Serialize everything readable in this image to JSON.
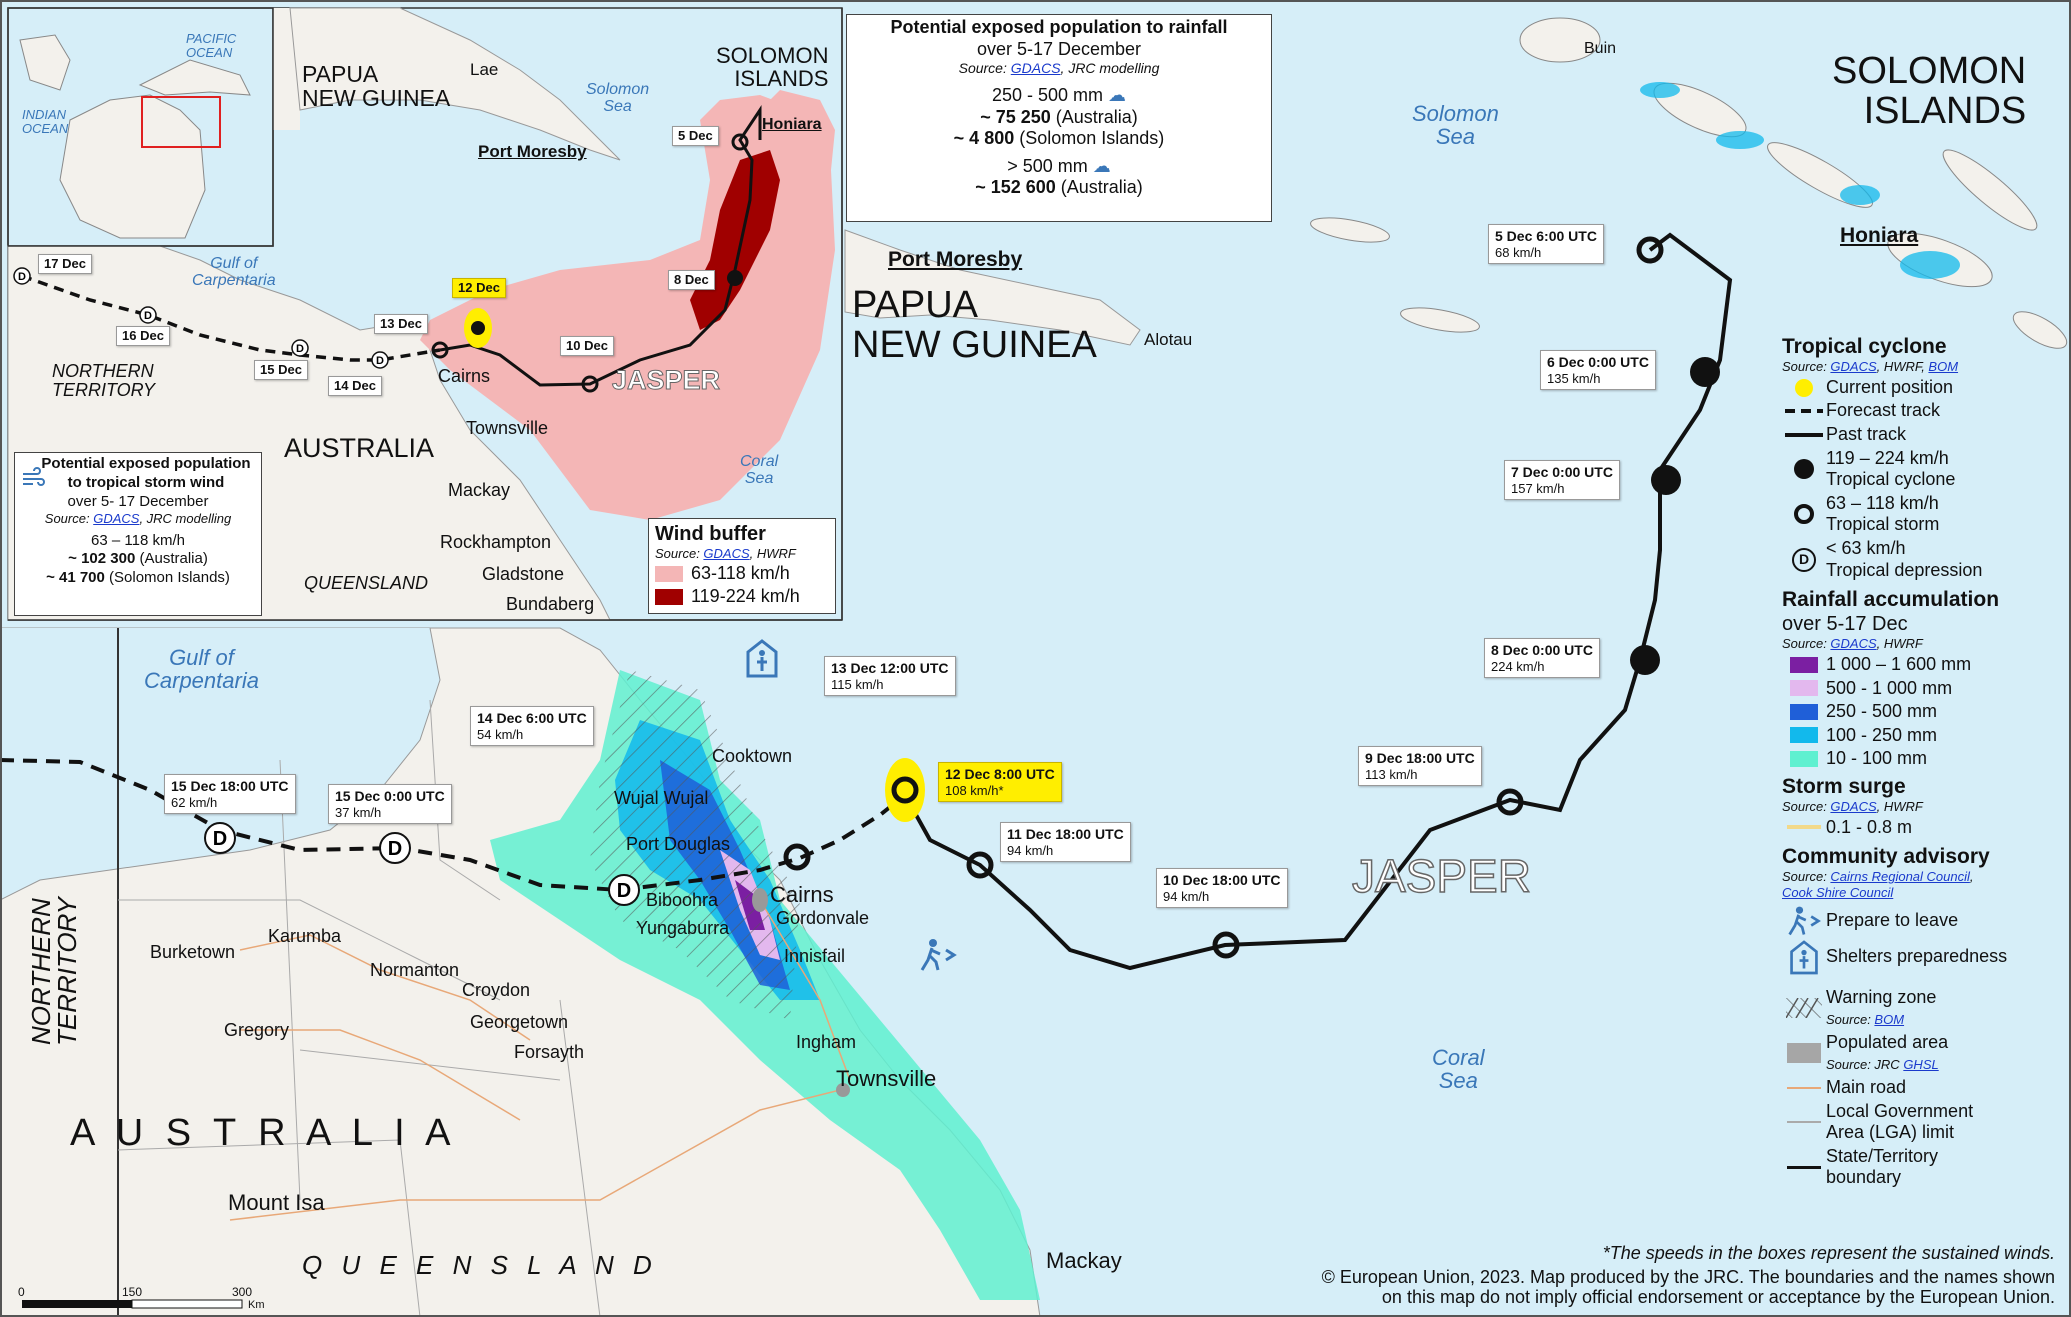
{
  "inset_locator": {
    "pacific_ocean": "PACIFIC\nOCEAN",
    "indian_ocean": "INDIAN\nOCEAN"
  },
  "inset_map": {
    "country_png": "PAPUA\nNEW GUINEA",
    "country_solomon": "SOLOMON\nISLANDS",
    "lae": "Lae",
    "port_moresby": "Port Moresby",
    "honiara": "Honiara",
    "solomon_sea": "Solomon\nSea",
    "gulf": "Gulf of\nCarpentaria",
    "nt": "NORTHERN\nTERRITORY",
    "australia": "AUSTRALIA",
    "queensland": "QUEENSLAND",
    "coral_sea": "Coral\nSea",
    "cairns": "Cairns",
    "townsville": "Townsville",
    "mackay": "Mackay",
    "rockhampton": "Rockhampton",
    "gladstone": "Gladstone",
    "bundaberg": "Bundaberg",
    "jasper": "JASPER",
    "dates": [
      "17 Dec",
      "16 Dec",
      "15 Dec",
      "14 Dec",
      "13 Dec",
      "12 Dec",
      "10 Dec",
      "8 Dec",
      "5 Dec"
    ]
  },
  "wind_panel": {
    "title": "Potential exposed population to tropical storm wind",
    "period": "over 5- 17 December",
    "source_prefix": "Source: ",
    "source_link": "GDACS",
    "source_suffix": ", JRC modelling",
    "range": "63 – 118 km/h",
    "aus_value": "~ 102 300",
    "aus_label": " (Australia)",
    "sol_value": "~ 41 700",
    "sol_label": " (Solomon Islands)"
  },
  "wind_buffer": {
    "title": "Wind buffer",
    "source_prefix": "Source: ",
    "source_link": "GDACS",
    "source_suffix": ", HWRF",
    "items": [
      {
        "label": "63-118 km/h",
        "color": "#f4b6b6"
      },
      {
        "label": "119-224 km/h",
        "color": "#a00000"
      }
    ]
  },
  "rain_panel": {
    "title": "Potential exposed population to rainfall",
    "period": "over 5-17 December",
    "source_prefix": "Source: ",
    "source_link": "GDACS",
    "source_suffix": ", JRC modelling",
    "band1": "250 - 500 mm",
    "band1_aus_value": "~ 75 250",
    "band1_aus_label": " (Australia)",
    "band1_sol_value": "~ 4 800",
    "band1_sol_label": " (Solomon Islands)",
    "band2": "> 500 mm",
    "band2_aus_value": "~ 152 600",
    "band2_aus_label": " (Australia)"
  },
  "main_map": {
    "solomon": "SOLOMON\nISLANDS",
    "buin": "Buin",
    "solomon_sea": "Solomon\nSea",
    "honiara": "Honiara",
    "port_moresby": "Port Moresby",
    "png": "PAPUA\nNEW GUINEA",
    "alotau": "Alotau",
    "gulf": "Gulf of\nCarpentaria",
    "nt": "NORTHERN\nTERRITORY",
    "australia": "A U S T R A L I A",
    "queensland": "Q U E E N S L A N D",
    "coral_sea": "Coral\nSea",
    "jasper": "JASPER",
    "towns": {
      "cooktown": "Cooktown",
      "wujal": "Wujal Wujal",
      "port_douglas": "Port Douglas",
      "cairns": "Cairns",
      "gordonvale": "Gordonvale",
      "biboohra": "Biboohra",
      "yungaburra": "Yungaburra",
      "innisfail": "Innisfail",
      "ingham": "Ingham",
      "townsville": "Townsville",
      "mackay": "Mackay",
      "burketown": "Burketown",
      "karumba": "Karumba",
      "normanton": "Normanton",
      "croydon": "Croydon",
      "georgetown": "Georgetown",
      "forsayth": "Forsayth",
      "gregory": "Gregory",
      "mount_isa": "Mount Isa"
    },
    "scale": {
      "s0": "0",
      "s1": "150",
      "s2": "300",
      "unit": "Km"
    }
  },
  "track_boxes": [
    {
      "date": "5 Dec 6:00 UTC",
      "speed": "68 km/h"
    },
    {
      "date": "6 Dec 0:00 UTC",
      "speed": "135 km/h"
    },
    {
      "date": "7 Dec 0:00 UTC",
      "speed": "157 km/h"
    },
    {
      "date": "8 Dec 0:00 UTC",
      "speed": "224 km/h"
    },
    {
      "date": "9 Dec 18:00 UTC",
      "speed": "113 km/h"
    },
    {
      "date": "10 Dec 18:00 UTC",
      "speed": "94 km/h"
    },
    {
      "date": "11 Dec 18:00 UTC",
      "speed": "94 km/h"
    },
    {
      "date": "12 Dec 8:00 UTC",
      "speed": "108 km/h*"
    },
    {
      "date": "13 Dec 12:00 UTC",
      "speed": "115 km/h"
    },
    {
      "date": "14 Dec 6:00 UTC",
      "speed": "54 km/h"
    },
    {
      "date": "15 Dec 0:00 UTC",
      "speed": "37 km/h"
    },
    {
      "date": "15 Dec 18:00 UTC",
      "speed": "62 km/h"
    }
  ],
  "legend": {
    "tc_title": "Tropical cyclone",
    "tc_source_prefix": "Source: ",
    "tc_source_l1": "GDACS",
    "tc_source_mid": ", HWRF, ",
    "tc_source_l2": "BOM",
    "current": "Current position",
    "forecast": "Forecast track",
    "past": "Past track",
    "tc1a": "119 – 224 km/h",
    "tc1b": "Tropical cyclone",
    "tc2a": "63 – 118 km/h",
    "tc2b": "Tropical storm",
    "tc3a": "< 63 km/h",
    "tc3b": "Tropical depression",
    "rain_title": "Rainfall accumulation",
    "rain_period": "over 5-17 Dec",
    "rain_source_prefix": "Source: ",
    "rain_source_link": "GDACS",
    "rain_source_suffix": ", HWRF",
    "rain_items": [
      {
        "label": "1 000 – 1 600 mm",
        "color": "#7b1fa2"
      },
      {
        "label": "500 - 1 000 mm",
        "color": "#e3b8ee"
      },
      {
        "label": "250 - 500 mm",
        "color": "#1f5fd8"
      },
      {
        "label": "100 - 250 mm",
        "color": "#12b9ec"
      },
      {
        "label": "10 - 100 mm",
        "color": "#5ff0d0"
      }
    ],
    "surge_title": "Storm surge",
    "surge_source_prefix": "Source: ",
    "surge_source_link": "GDACS",
    "surge_source_suffix": ", HWRF",
    "surge_item": "0.1 - 0.8 m",
    "surge_color": "#f2d98a",
    "ca_title": "Community advisory",
    "ca_source_prefix": "Source: ",
    "ca_source_l1": "Cairns Regional Council",
    "ca_source_mid": ",",
    "ca_source_l2": "Cook Shire Council",
    "prepare": "Prepare to leave",
    "shelters": "Shelters preparedness",
    "warning": "Warning zone",
    "warning_src_prefix": "Source: ",
    "warning_src_link": "BOM",
    "populated": "Populated area",
    "populated_src_prefix": "Source: JRC ",
    "populated_src_link": "GHSL",
    "main_road": "Main road",
    "lga": "Local Government Area (LGA) limit",
    "state": "State/Territory boundary"
  },
  "footnote": "*The speeds in the boxes represent the sustained winds.",
  "copyright_l1": "© European Union, 2023. Map produced by the JRC. The boundaries and the names shown",
  "copyright_l2": "on this map do not imply official endorsement or acceptance by the European Union."
}
